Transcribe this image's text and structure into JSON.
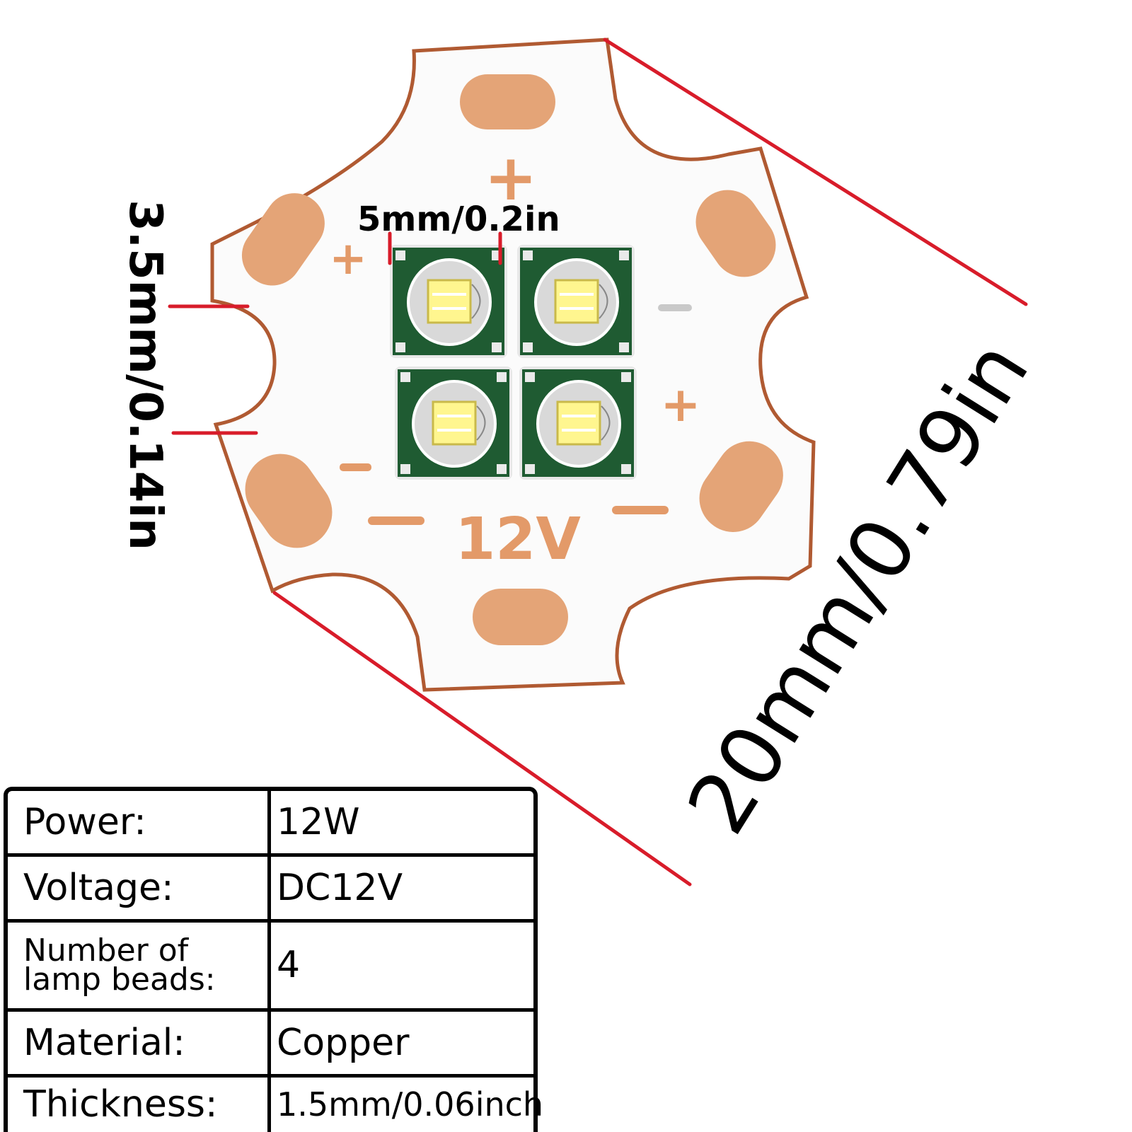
{
  "dimensions": {
    "led_size": "5mm/0.2in",
    "notch_width": "3.5mm/0.14in",
    "board_diameter": "20mm/0.79in"
  },
  "board_markings": {
    "voltage": "12V",
    "plus_symbol": "+",
    "minus_symbol": "−"
  },
  "led_count": 4,
  "colors": {
    "copper_pad": "#e4a477",
    "copper_edge": "#b05a32",
    "board_white": "#fbfbfb",
    "led_green": "#1f5b32",
    "led_chip": "#fff68f",
    "dimension_line": "#d81c2a",
    "marking_text": "#e39a69"
  },
  "specs": [
    {
      "label": "Power:",
      "value": "12W"
    },
    {
      "label": "Voltage:",
      "value": "DC12V"
    },
    {
      "label": "Number of lamp beads:",
      "value": "4"
    },
    {
      "label": "Material:",
      "value": "Copper"
    },
    {
      "label": "Thickness:",
      "value": "1.5mm/0.06inch"
    }
  ]
}
